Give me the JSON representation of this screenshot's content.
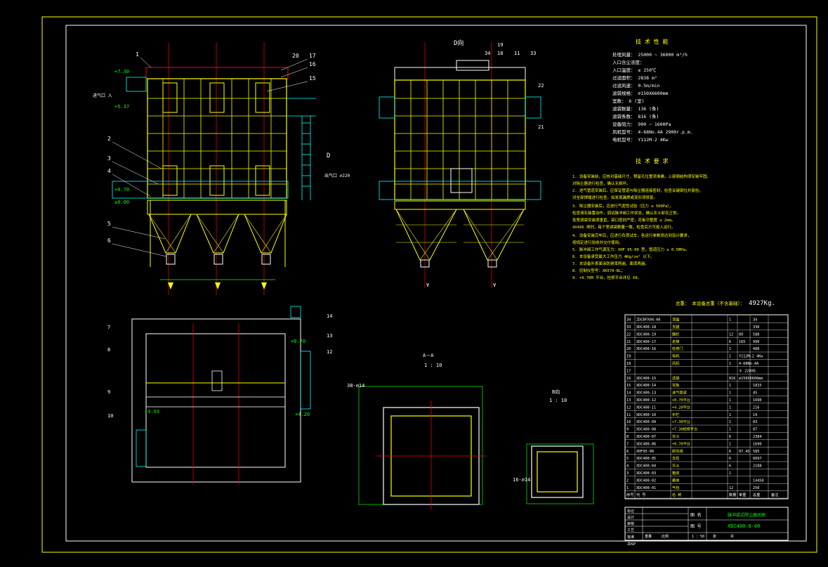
{
  "colors": {
    "background": "#000000",
    "frame": "#ffffff",
    "outer_border": "#ffff00",
    "structure": "#ffff00",
    "dimension": "#00ff00",
    "centerline": "#ff0000",
    "annotation": "#00ffff",
    "text": "#ffffff"
  },
  "front_view": {
    "callouts": [
      "1",
      "2",
      "3",
      "4",
      "5",
      "6",
      "20",
      "17",
      "16",
      "15"
    ],
    "elevations": [
      "+7.30",
      "+5.37",
      "+0.70",
      "±0.00"
    ],
    "side_note": "进气口  入",
    "d_mark": "D",
    "inlet_note": "出气口  ∅220"
  },
  "side_view": {
    "title": "D向",
    "callouts": [
      "34",
      "19",
      "18",
      "11",
      "33",
      "22",
      "21"
    ],
    "bottom_marks": [
      "∀",
      "∀"
    ]
  },
  "plan_view": {
    "callouts": [
      "7",
      "8",
      "9",
      "10",
      "14",
      "13",
      "12"
    ],
    "elevations": [
      "+0.70",
      "+3.93",
      "+4.20"
    ]
  },
  "detail_a": {
    "title": "A－A",
    "scale": "1 : 10",
    "hole_label": "38-∅14"
  },
  "detail_b": {
    "title": "B向",
    "scale": "1 : 10",
    "hole_label": "16-∅14"
  },
  "tech_params": {
    "heading": "技 术 性 能",
    "lines": [
      "处理风量：  25000 ~ 36000   m³/h",
      "入口含尘浓度：",
      "入口温度：      ≤ 250℃",
      "过滤面积：   2838 m²",
      "过滤风速：   0.5m/min",
      "滤袋规格：   ∅150X6600mm",
      "室数：      6 (室)",
      "滤袋数量：    136 (条)",
      "滤袋条数：    816 (条)",
      "设备阻力：    900 ~ 1600Pa",
      "风机型号：    4-68No.4A   2900r.p.m.",
      "电机型号：    Y112M-2  4Kw"
    ]
  },
  "tech_reqs": {
    "heading": "技 术 要 求",
    "lines": [
      "1.  设备安装前，应核对基础尺寸，预留孔位置须准确，上部钢结构须安装牢固。",
      "    对除尘器进行检查，确认无损坏。",
      "2.  进气管道安装后，应保证管道与除尘器连接密封，检查关键部位并复检。",
      "    对全部焊缝进行检查，如发现漏焊或变形须修复。",
      "3.  除尘器安装后，应进行气密性试验（压力 ≤ 500Pa），",
      "    检查清灰装置动作，调试脉冲阀工作状态，确认灰斗卸灰正常。",
      "    各室滤袋安装须垂直，袋口密封严密，花板平整度 ≤ 2mm。",
      "    4X4X6 排列，每个室滤袋数量一致，检查后方可投入运行。",
      "4.  设备安装完毕后，应进行负荷试车，各运行参数须达到设计要求，",
      "    按规定进行验收并交付使用。",
      "5.  脉冲阀工作气源压力：XHF 95-00 型，管道压力 ≥ 0.5MPa。",
      "6.  本设备承受最大工作压力 4Kg/cm² 以下。",
      "7.  本设备外表面涂防锈漆两遍、面漆两遍。",
      "8.  控制仪型号：XK570-BL；",
      "9.  +0.70M 平台，检修平台详见 X0。"
    ]
  },
  "weight_note": {
    "label": "总重：  本设备总重（不含基础）：",
    "value": "4927Kg."
  },
  "bom": {
    "header": [
      "序号",
      "代  号",
      "名  称",
      "数量",
      "单重",
      "总重",
      "备注"
    ],
    "rows": [
      [
        "34",
        "ZDCBFX04-00",
        "顶盖",
        "1",
        "",
        "34",
        ""
      ],
      [
        "33",
        "XDC400-18",
        "支腿",
        "",
        "",
        "330",
        ""
      ],
      [
        "22",
        "XDC400-19",
        "围栏",
        "12",
        "89",
        "588",
        ""
      ],
      [
        "21",
        "XDC400-17",
        "走梯",
        "6",
        "165",
        "990",
        ""
      ],
      [
        "20",
        "XDC400-16",
        "检修门",
        "1",
        "",
        "488",
        ""
      ],
      [
        "19",
        "",
        "电机",
        "1",
        "Y112M-2 4Kw",
        "",
        ""
      ],
      [
        "18",
        "",
        "风机",
        "1",
        "4-68No.4A",
        "",
        ""
      ],
      [
        "17",
        "",
        "",
        "",
        "￠ 220X6",
        "",
        ""
      ],
      [
        "16",
        "XDC400-15",
        "滤袋",
        "816",
        "∅150X6600mm",
        "",
        ""
      ],
      [
        "15",
        "XDC400-14",
        "花板",
        "1",
        "",
        "1815",
        ""
      ],
      [
        "14",
        "XDC400-13",
        "进气管道",
        "1",
        "",
        "45",
        ""
      ],
      [
        "13",
        "XDC400-12",
        "+0.70平台",
        "1",
        "",
        "1690",
        ""
      ],
      [
        "12",
        "XDC400-11",
        "+4.20平台",
        "1",
        "",
        "216",
        ""
      ],
      [
        "11",
        "XDC400-10",
        "护栏",
        "1",
        "",
        "19",
        ""
      ],
      [
        "10",
        "XDC400-09",
        "+7.30平台",
        "1",
        "",
        "83",
        ""
      ],
      [
        "9",
        "XDC400-08",
        "+7.30检修平台",
        "1",
        "",
        "87",
        ""
      ],
      [
        "8",
        "XDC400-07",
        "灰斗",
        "6",
        "",
        "2384",
        ""
      ],
      [
        "7",
        "XDC400-06",
        "+0.70平台",
        "1",
        "",
        "1690",
        ""
      ],
      [
        "6",
        "XHF95-00",
        "卸灰阀",
        "6",
        "97.45",
        "585",
        ""
      ],
      [
        "5",
        "XDC400-05",
        "支柱",
        "6",
        "",
        "6097",
        ""
      ],
      [
        "4",
        "XDC400-04",
        "灰斗",
        "6",
        "",
        "2188",
        ""
      ],
      [
        "3",
        "XDC400-03",
        "箱体",
        "1",
        "",
        "",
        ""
      ],
      [
        "2",
        "XDC400-02",
        "箱体",
        "",
        "",
        "14450",
        ""
      ],
      [
        "1",
        "XDC400-01",
        "气包",
        "12",
        "",
        "250",
        ""
      ]
    ]
  },
  "title_block": {
    "row_labels": [
      "标记",
      "设计",
      "审核",
      "工艺",
      "批准"
    ],
    "name_label": "图 名",
    "name": "脉冲袋式除尘器总图",
    "number_label": "图 号",
    "number": "XDC400-8-00",
    "footer": [
      "重量",
      "比例",
      "1 : 50",
      "张",
      "共"
    ],
    "drafter": "ZDSP"
  }
}
